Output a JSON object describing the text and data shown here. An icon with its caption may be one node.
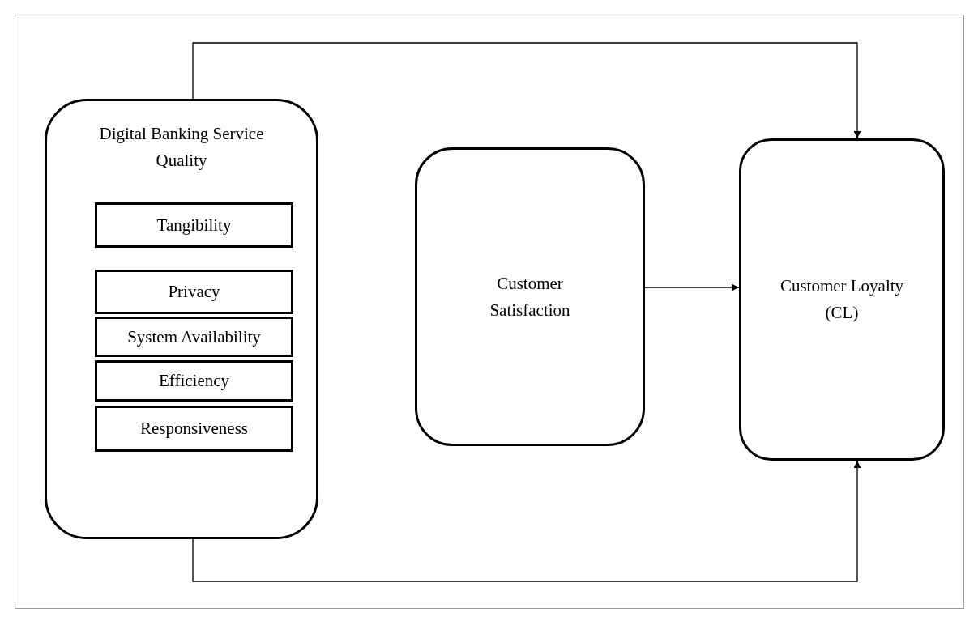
{
  "diagram": {
    "nodes": [
      {
        "text": [
          "Digital Banking Service Quality"
        ]
      },
      {
        "text": [
          "Tangibility"
        ],
        "in": 0
      },
      {
        "text": [
          "Privacy"
        ],
        "in": 0
      },
      {
        "text": [
          "System Availability"
        ],
        "in": 0
      },
      {
        "text": [
          "Efficiency"
        ],
        "in": 0
      },
      {
        "text": [
          "Responsiveness"
        ],
        "in": 0
      },
      {
        "text": [
          "Customer Satisfaction"
        ]
      },
      {
        "text": [
          "Customer Loyalty (CL)"
        ]
      }
    ],
    "edges": [
      {
        "from": 0,
        "to": 7,
        "arrow": "to"
      },
      {
        "from": 6,
        "to": 7,
        "arrow": "to"
      },
      {
        "from": 0,
        "to": 7,
        "arrow": "to"
      }
    ]
  }
}
